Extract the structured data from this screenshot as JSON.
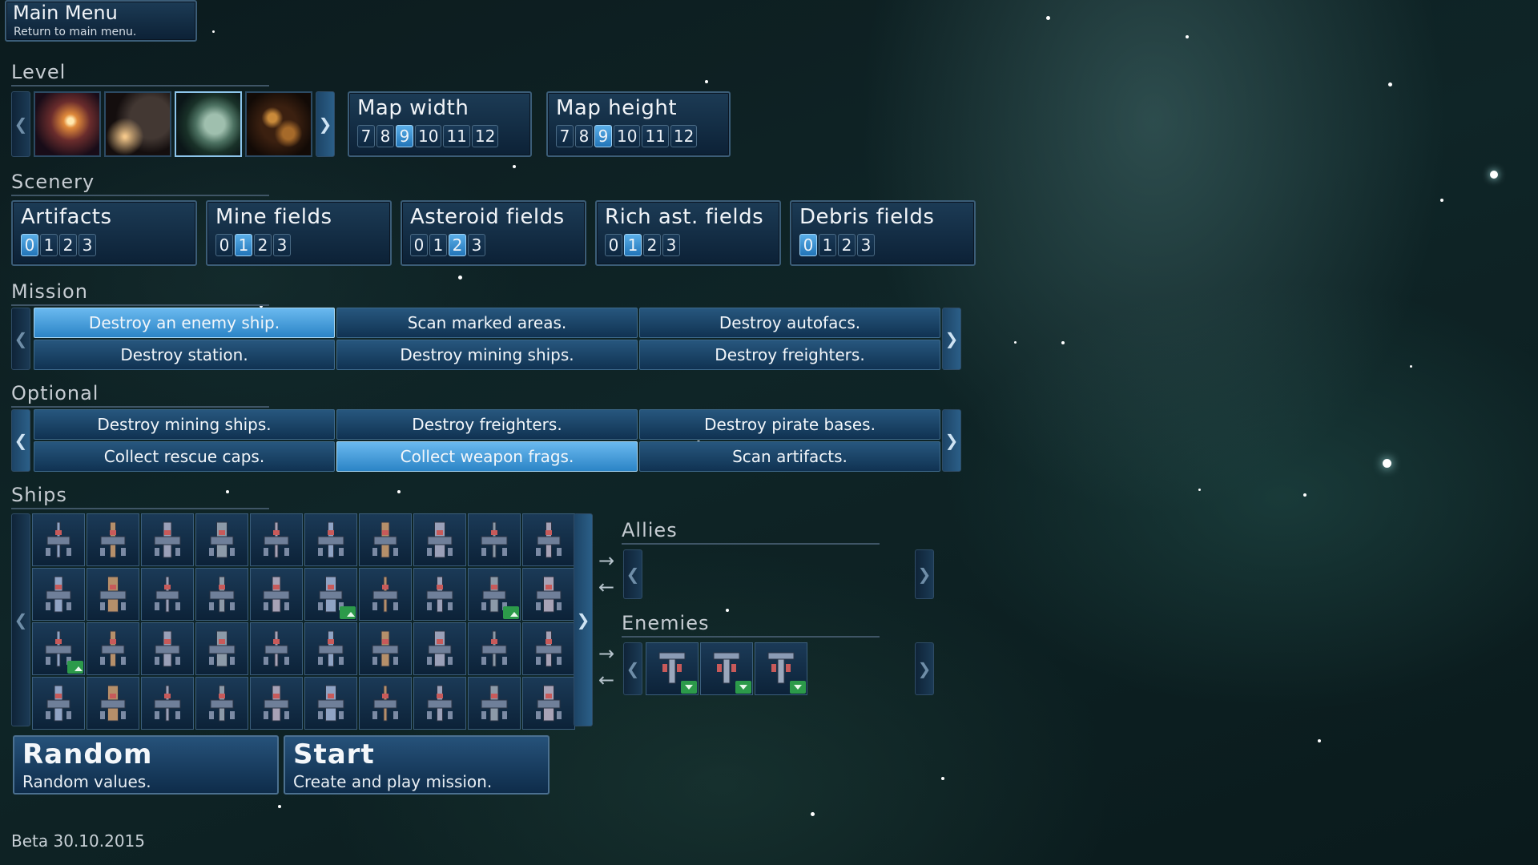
{
  "main_menu": {
    "title": "Main Menu",
    "subtitle": "Return to main menu."
  },
  "sections": {
    "level": "Level",
    "scenery": "Scenery",
    "mission": "Mission",
    "optional": "Optional",
    "ships": "Ships",
    "allies": "Allies",
    "enemies": "Enemies"
  },
  "level": {
    "thumbnails": [
      "nebula-sun",
      "dark-planet",
      "green-planet",
      "asteroid-cluster"
    ],
    "selected_index": 2
  },
  "map_width": {
    "label": "Map width",
    "options": [
      "7",
      "8",
      "9",
      "10",
      "11",
      "12"
    ],
    "selected": "9"
  },
  "map_height": {
    "label": "Map height",
    "options": [
      "7",
      "8",
      "9",
      "10",
      "11",
      "12"
    ],
    "selected": "9"
  },
  "scenery": [
    {
      "label": "Artifacts",
      "options": [
        "0",
        "1",
        "2",
        "3"
      ],
      "selected": "0"
    },
    {
      "label": "Mine fields",
      "options": [
        "0",
        "1",
        "2",
        "3"
      ],
      "selected": "1"
    },
    {
      "label": "Asteroid fields",
      "options": [
        "0",
        "1",
        "2",
        "3"
      ],
      "selected": "2"
    },
    {
      "label": "Rich ast. fields",
      "options": [
        "0",
        "1",
        "2",
        "3"
      ],
      "selected": "1"
    },
    {
      "label": "Debris fields",
      "options": [
        "0",
        "1",
        "2",
        "3"
      ],
      "selected": "0"
    }
  ],
  "mission": {
    "items": [
      "Destroy an enemy ship.",
      "Scan marked areas.",
      "Destroy autofacs.",
      "Destroy station.",
      "Destroy mining ships.",
      "Destroy freighters."
    ],
    "selected_index": 0
  },
  "optional": {
    "items": [
      "Destroy mining ships.",
      "Destroy freighters.",
      "Destroy pirate bases.",
      "Collect rescue caps.",
      "Collect weapon frags.",
      "Scan artifacts."
    ],
    "selected_index": 4
  },
  "ships": {
    "count": 40,
    "badge_up": [
      15,
      18,
      20
    ]
  },
  "enemies": {
    "count": 3
  },
  "buttons": {
    "random": {
      "title": "Random",
      "subtitle": "Random values."
    },
    "start": {
      "title": "Start",
      "subtitle": "Create and play mission."
    }
  },
  "version": "Beta 30.10.2015",
  "icons": {
    "arrow_right": "arrow-right-icon",
    "arrow_left": "arrow-left-icon",
    "chevron_left": "chevron-left-icon",
    "chevron_right": "chevron-right-icon"
  },
  "colors": {
    "selected": "#4aa3e0",
    "panel": "#143049",
    "badge": "#2c9a4a"
  }
}
